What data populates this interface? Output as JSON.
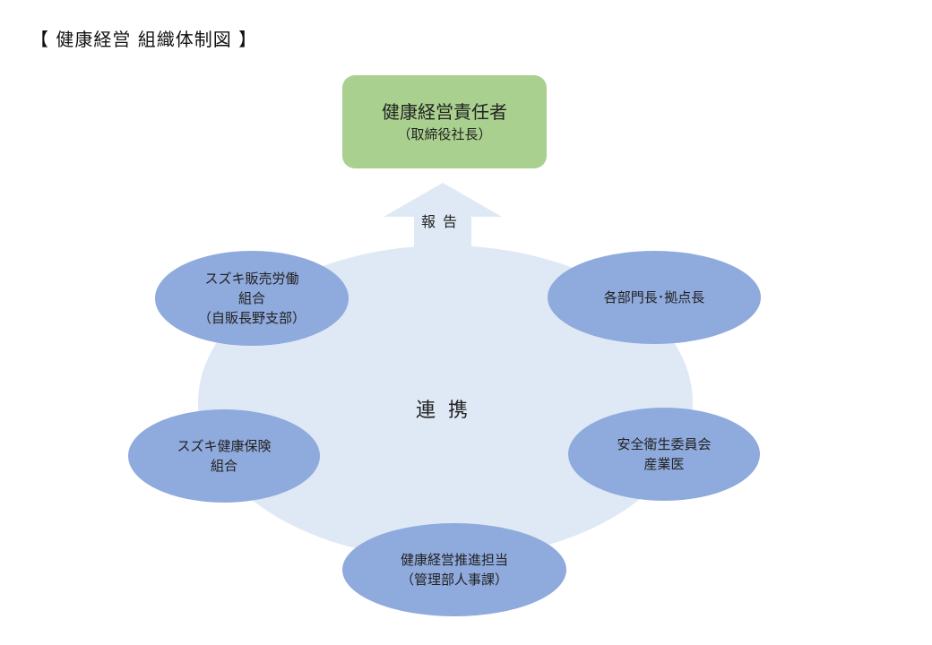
{
  "title": "【 健康経営 組織体制図 】",
  "top_box": {
    "line1": "健康経営責任者",
    "line2": "（取締役社長）",
    "color": "#a9d08e"
  },
  "report_label": "報告",
  "center_label": "連携",
  "nodes": {
    "union": {
      "lines": [
        "スズキ販売労働",
        "組合",
        "（自販長野支部）"
      ]
    },
    "dept": {
      "lines": [
        "各部門長･拠点長"
      ]
    },
    "health": {
      "lines": [
        "スズキ健康保険",
        "組合"
      ]
    },
    "safety": {
      "lines": [
        "安全衛生委員会",
        "産業医"
      ]
    },
    "promo": {
      "lines": [
        "健康経営推進担当",
        "（管理部人事課）"
      ]
    }
  },
  "colors": {
    "node_fill": "#8faadc",
    "collab_fill": "#dfe9f5",
    "arrow_fill": "#dfe9f5"
  }
}
